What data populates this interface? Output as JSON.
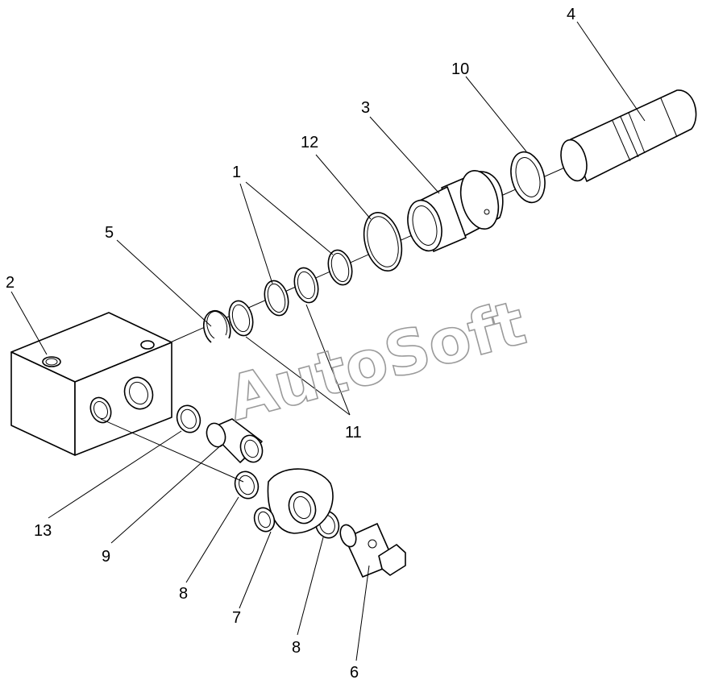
{
  "watermark": "AutoSoft",
  "labels": {
    "l1": "1",
    "l2": "2",
    "l3": "3",
    "l4": "4",
    "l5": "5",
    "l6": "6",
    "l7": "7",
    "l8a": "8",
    "l8b": "8",
    "l9": "9",
    "l10": "10",
    "l11": "11",
    "l12": "12",
    "l13": "13"
  }
}
